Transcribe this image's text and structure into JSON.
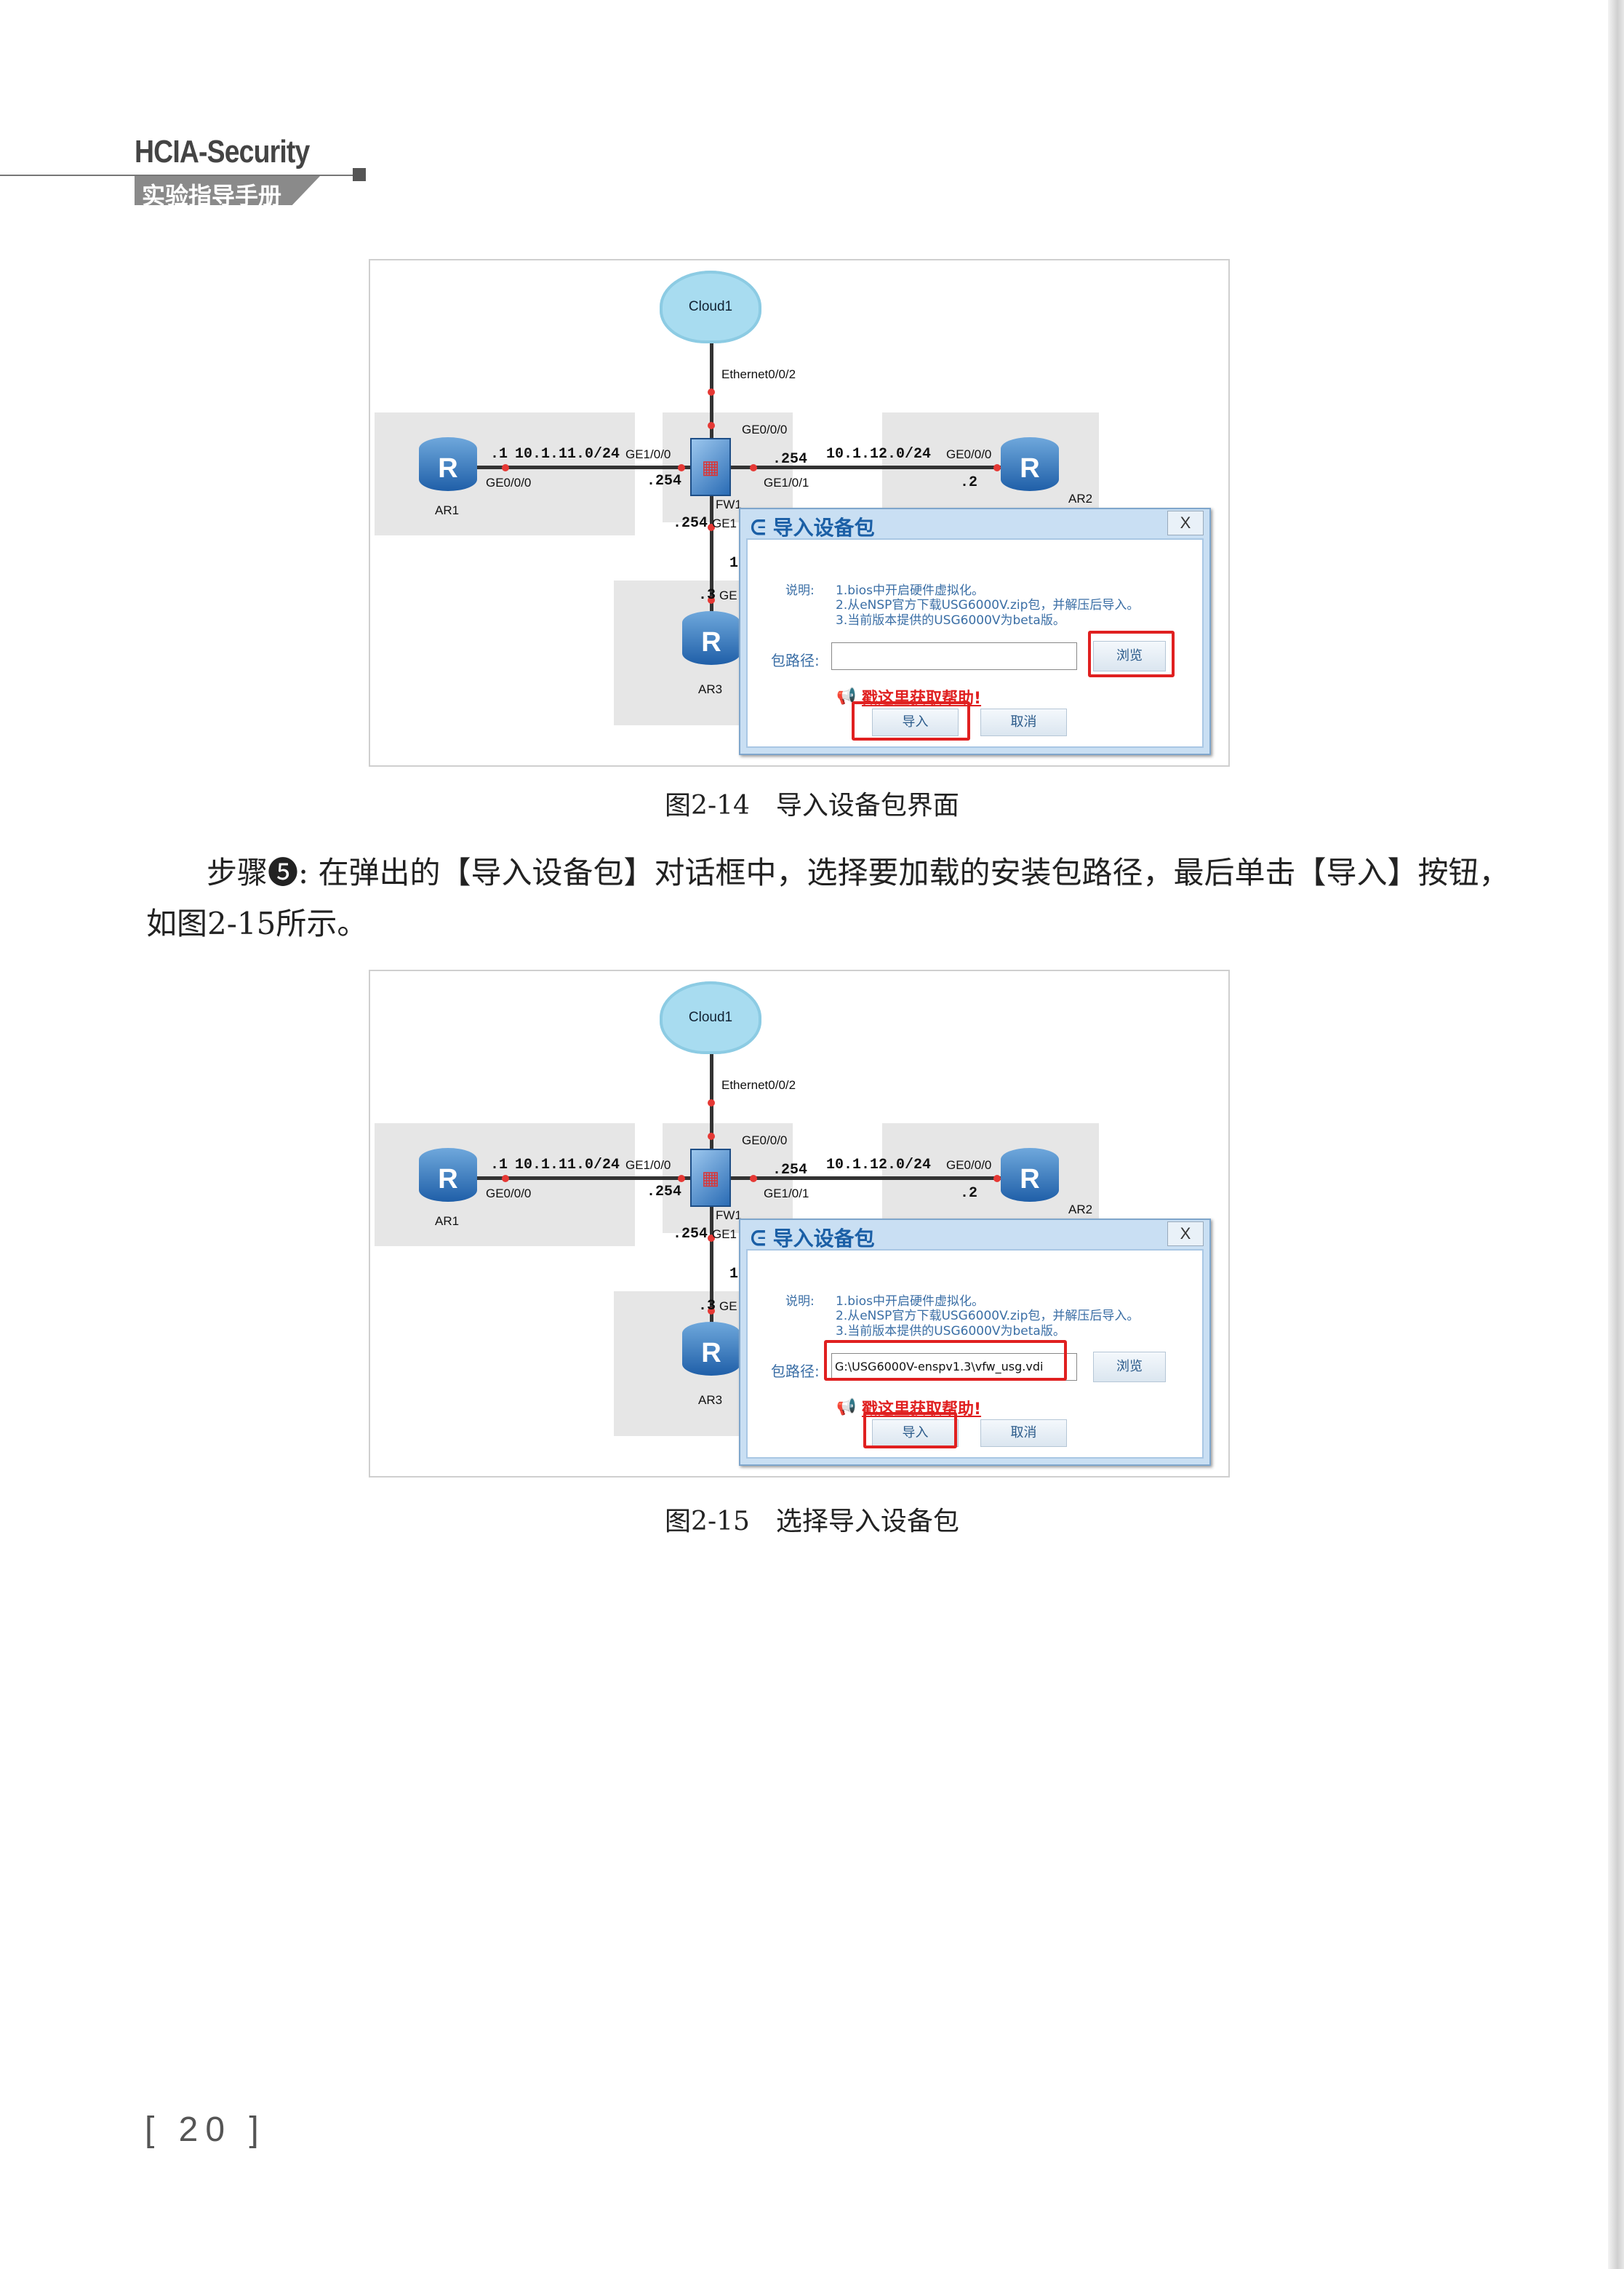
{
  "header": {
    "title": "HCIA-Security",
    "subtitle": "实验指导手册"
  },
  "figures": [
    {
      "caption": "图2-14　导入设备包界面",
      "topology": {
        "cloud": "Cloud1",
        "eth": "Ethernet0/0/2",
        "ar1": "AR1",
        "ar2": "AR2",
        "ar3": "AR3",
        "fw": "FW1",
        "ar1_ip": ".1",
        "net1": "10.1.11.0/24",
        "fw_ge100": "GE1/0/0",
        "ar1_ge": "GE0/0/0",
        "fw_254_left": ".254",
        "fw_ge000": "GE0/0/0",
        "fw_254_right": ".254",
        "fw_ge101": "GE1/0/1",
        "net2": "10.1.12.0/24",
        "ar2_ge": "GE0/0/0",
        "ar2_ip": ".2",
        "fw_254_down": ".254",
        "ge_trunc": "GE1",
        "net3_trunc": "1",
        "ar3_ip": ".3",
        "ar3_ge": "GE"
      },
      "dialog": {
        "title": "导入设备包",
        "close": "X",
        "desc_label": "说明:",
        "desc": [
          "1.bios中开启硬件虚拟化。",
          "2.从eNSP官方下载USG6000V.zip包，并解压后导入。",
          "3.当前版本提供的USG6000V为beta版。"
        ],
        "path_label": "包路径:",
        "path_value": "",
        "browse": "浏览",
        "help": "戳这里获取帮助!",
        "import": "导入",
        "cancel": "取消"
      }
    },
    {
      "caption": "图2-15　选择导入设备包",
      "topology": {
        "cloud": "Cloud1",
        "eth": "Ethernet0/0/2",
        "ar1": "AR1",
        "ar2": "AR2",
        "ar3": "AR3",
        "fw": "FW1",
        "ar1_ip": ".1",
        "net1": "10.1.11.0/24",
        "fw_ge100": "GE1/0/0",
        "ar1_ge": "GE0/0/0",
        "fw_254_left": ".254",
        "fw_ge000": "GE0/0/0",
        "fw_254_right": ".254",
        "fw_ge101": "GE1/0/1",
        "net2": "10.1.12.0/24",
        "ar2_ge": "GE0/0/0",
        "ar2_ip": ".2",
        "fw_254_down": ".254",
        "ge_trunc": "GE1",
        "net3_trunc": "1",
        "ar3_ip": ".3",
        "ar3_ge": "GE"
      },
      "dialog": {
        "title": "导入设备包",
        "close": "X",
        "desc_label": "说明:",
        "desc": [
          "1.bios中开启硬件虚拟化。",
          "2.从eNSP官方下载USG6000V.zip包，并解压后导入。",
          "3.当前版本提供的USG6000V为beta版。"
        ],
        "path_label": "包路径:",
        "path_value": "G:\\USG6000V-enspv1.3\\vfw_usg.vdi",
        "browse": "浏览",
        "help": "戳这里获取帮助!",
        "import": "导入",
        "cancel": "取消"
      }
    }
  ],
  "body": {
    "step_line1": "步骤❺: 在弹出的【导入设备包】对话框中，选择要加载的安装包路径，最后单击【导入】按钮，",
    "step_line2": "如图2-15所示。"
  },
  "page_number": "[ 20 ]"
}
